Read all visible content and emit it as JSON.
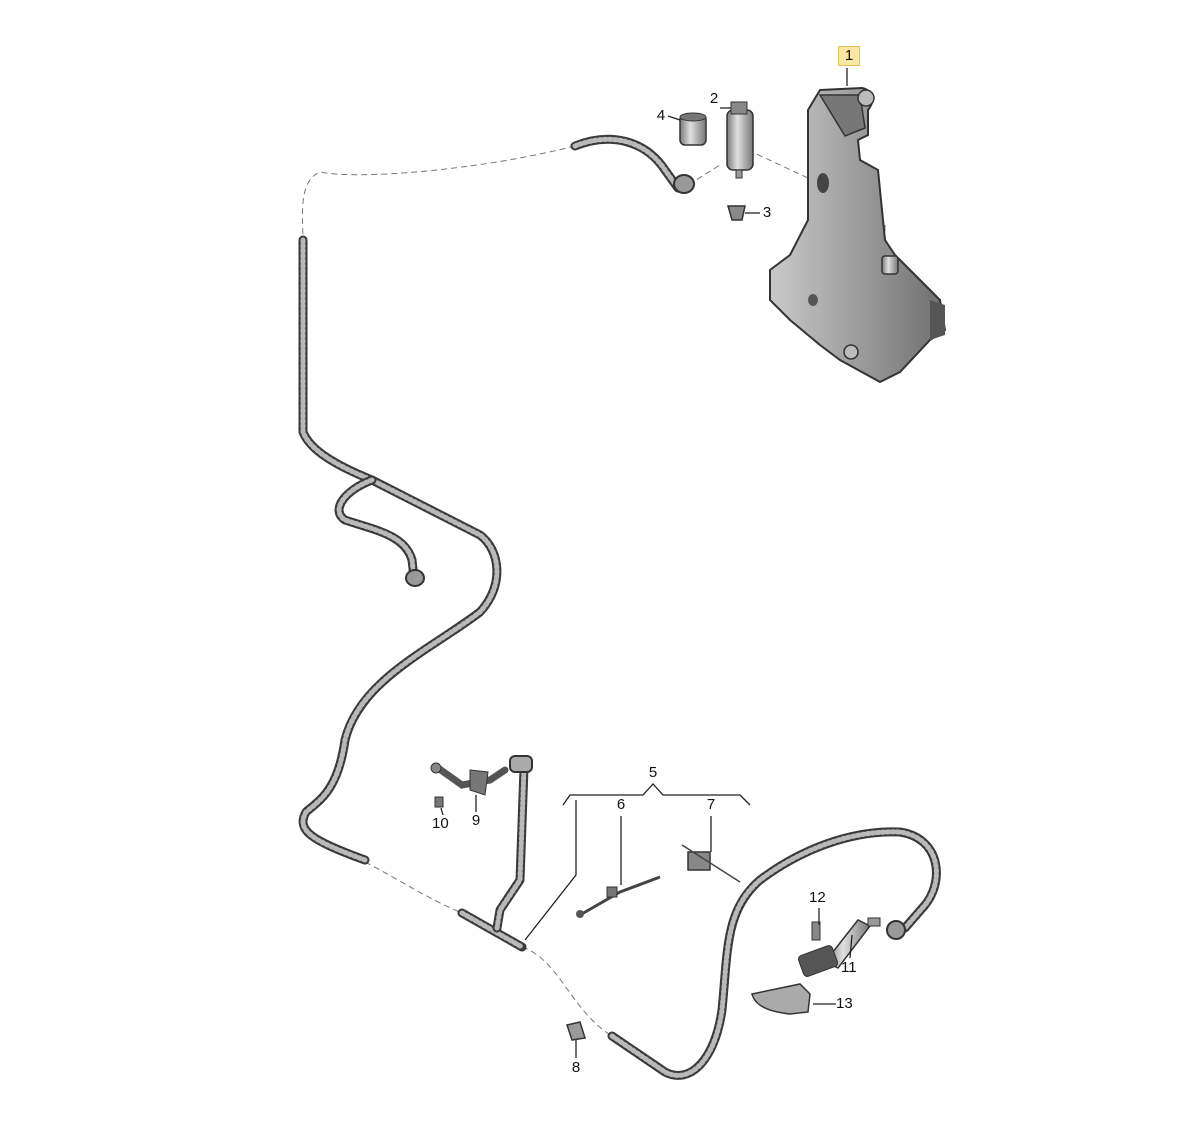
{
  "diagram": {
    "title": "Windscreen / headlight washer system",
    "callouts": [
      {
        "id": "1",
        "highlighted": true
      },
      {
        "id": "2"
      },
      {
        "id": "3"
      },
      {
        "id": "4"
      },
      {
        "id": "5"
      },
      {
        "id": "6"
      },
      {
        "id": "7"
      },
      {
        "id": "8"
      },
      {
        "id": "9"
      },
      {
        "id": "10"
      },
      {
        "id": "11"
      },
      {
        "id": "12"
      },
      {
        "id": "13"
      }
    ],
    "colors": {
      "highlight": "#fbe7a0",
      "part_fill": "#9a9a9a",
      "hose": "#3a3a3a"
    }
  }
}
